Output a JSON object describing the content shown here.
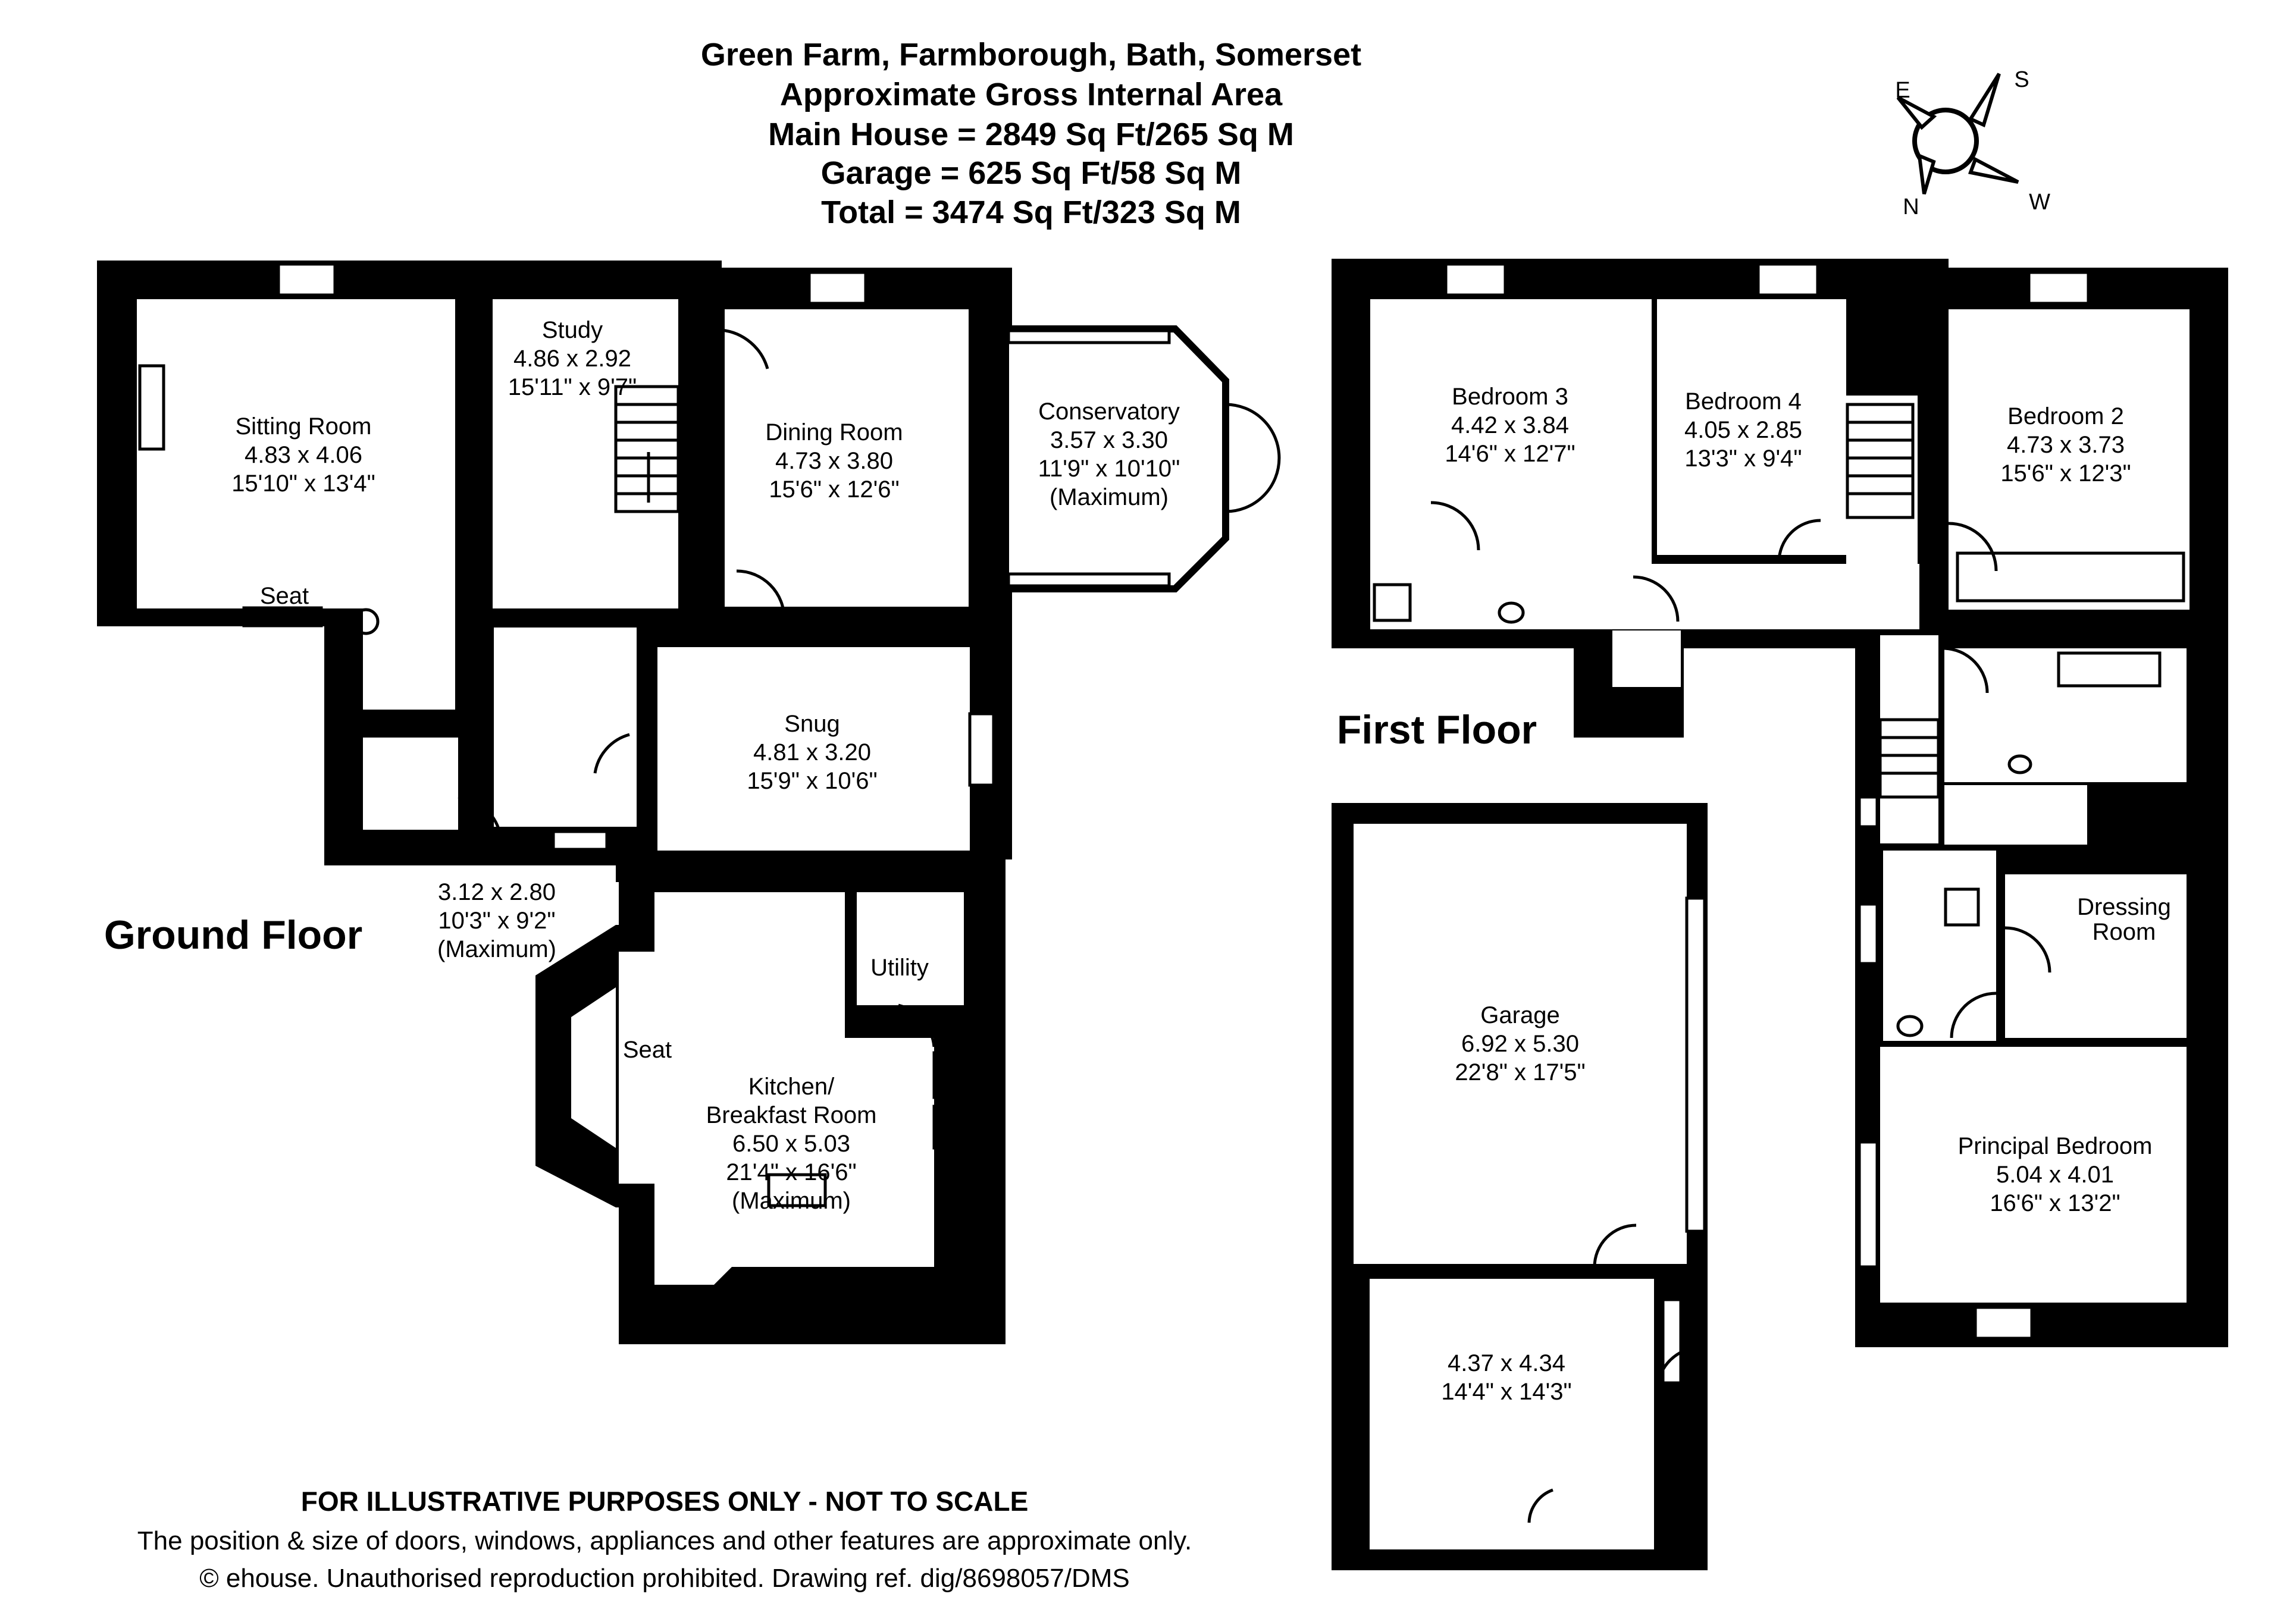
{
  "header": {
    "line1": "Green Farm, Farmborough, Bath, Somerset",
    "line2": "Approximate Gross Internal Area",
    "line3": "Main House = 2849 Sq Ft/265 Sq M",
    "line4": "Garage = 625 Sq Ft/58 Sq M",
    "line5": "Total = 3474 Sq Ft/323 Sq M"
  },
  "compass": {
    "e": "E",
    "s": "S",
    "n": "N",
    "w": "W"
  },
  "floors": {
    "ground": "Ground Floor",
    "first": "First Floor"
  },
  "rooms": {
    "sitting": {
      "name": "Sitting Room",
      "metric": "4.83 x 4.06",
      "imperial": "15'10\" x 13'4\""
    },
    "study": {
      "name": "Study",
      "metric": "4.86 x 2.92",
      "imperial": "15'11\" x 9'7\""
    },
    "dining": {
      "name": "Dining Room",
      "metric": "4.73 x 3.80",
      "imperial": "15'6\" x 12'6\""
    },
    "conservatory": {
      "name": "Conservatory",
      "metric": "3.57 x 3.30",
      "imperial": "11'9\" x 10'10\"",
      "note": "(Maximum)"
    },
    "snug": {
      "name": "Snug",
      "metric": "4.81 x 3.20",
      "imperial": "15'9\" x 10'6\""
    },
    "hall": {
      "metric": "3.12 x 2.80",
      "imperial": "10'3\" x 9'2\"",
      "note": "(Maximum)"
    },
    "kitchen": {
      "name1": "Kitchen/",
      "name2": "Breakfast Room",
      "metric": "6.50 x 5.03",
      "imperial": "21'4\" x 16'6\"",
      "note": "(Maximum)"
    },
    "utility": {
      "name": "Utility"
    },
    "bedroom3": {
      "name": "Bedroom 3",
      "metric": "4.42 x 3.84",
      "imperial": "14'6\" x 12'7\""
    },
    "bedroom4": {
      "name": "Bedroom 4",
      "metric": "4.05 x 2.85",
      "imperial": "13'3\" x 9'4\""
    },
    "bedroom2": {
      "name": "Bedroom 2",
      "metric": "4.73 x 3.73",
      "imperial": "15'6\" x 12'3\""
    },
    "dressing": {
      "name1": "Dressing",
      "name2": "Room"
    },
    "principal": {
      "name": "Principal Bedroom",
      "metric": "5.04 x 4.01",
      "imperial": "16'6\" x 13'2\""
    },
    "garage": {
      "name": "Garage",
      "metric": "6.92 x 5.30",
      "imperial": "22'8\" x 17'5\""
    },
    "store": {
      "metric": "4.37 x 4.34",
      "imperial": "14'4\" x 14'3\""
    }
  },
  "labels": {
    "seat": "Seat"
  },
  "footer": {
    "bold": "FOR ILLUSTRATIVE PURPOSES ONLY - NOT TO SCALE",
    "line1": "The position & size of doors, windows, appliances and other features are approximate only.",
    "line2": "© ehouse. Unauthorised reproduction prohibited. Drawing ref. dig/8698057/DMS"
  }
}
